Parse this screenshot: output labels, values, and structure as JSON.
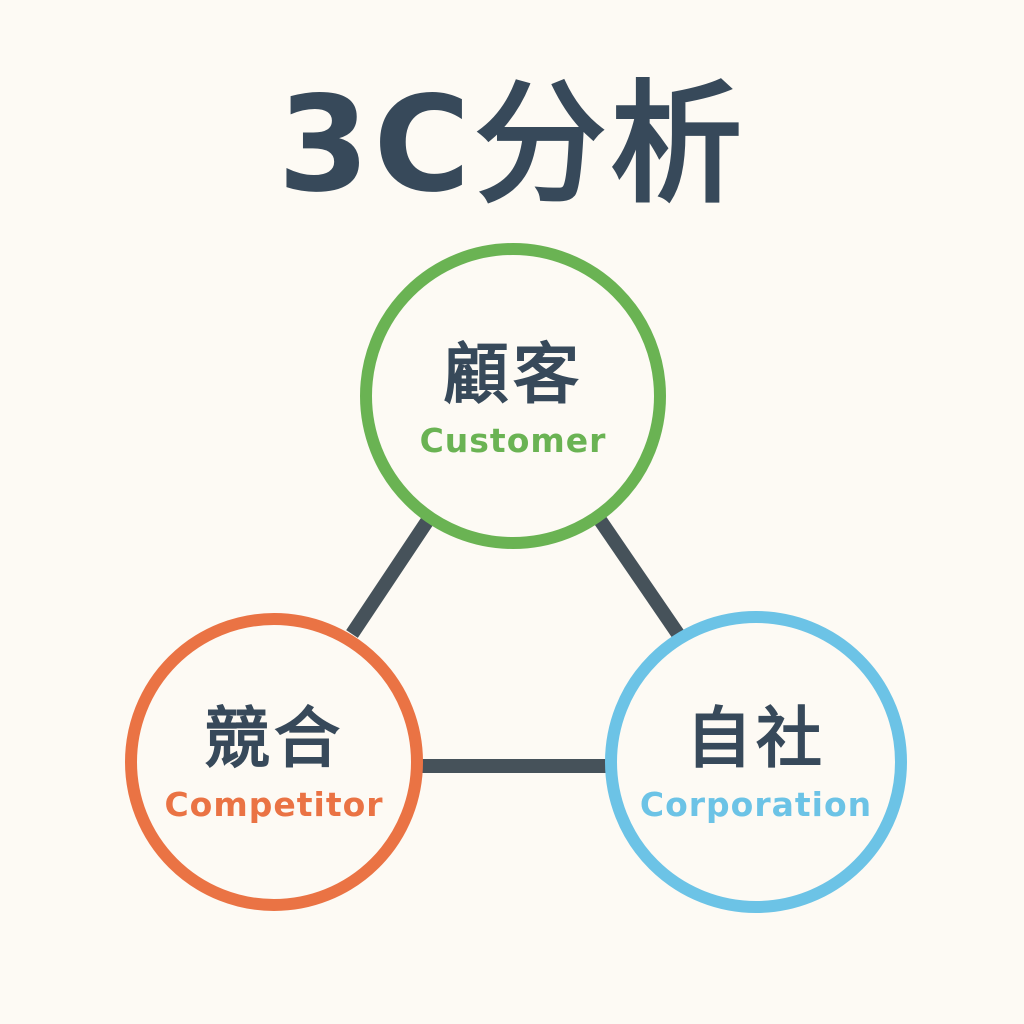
{
  "title": "3C分析",
  "colors": {
    "background": "#fdfaf4",
    "text": "#37495a",
    "connector": "#46525a",
    "customer": "#6ab353",
    "competitor": "#ea7344",
    "corporation": "#6cc3e6"
  },
  "nodes": {
    "customer": {
      "label_jp": "顧客",
      "label_en": "Customer"
    },
    "competitor": {
      "label_jp": "競合",
      "label_en": "Competitor"
    },
    "corporation": {
      "label_jp": "自社",
      "label_en": "Corporation"
    }
  }
}
